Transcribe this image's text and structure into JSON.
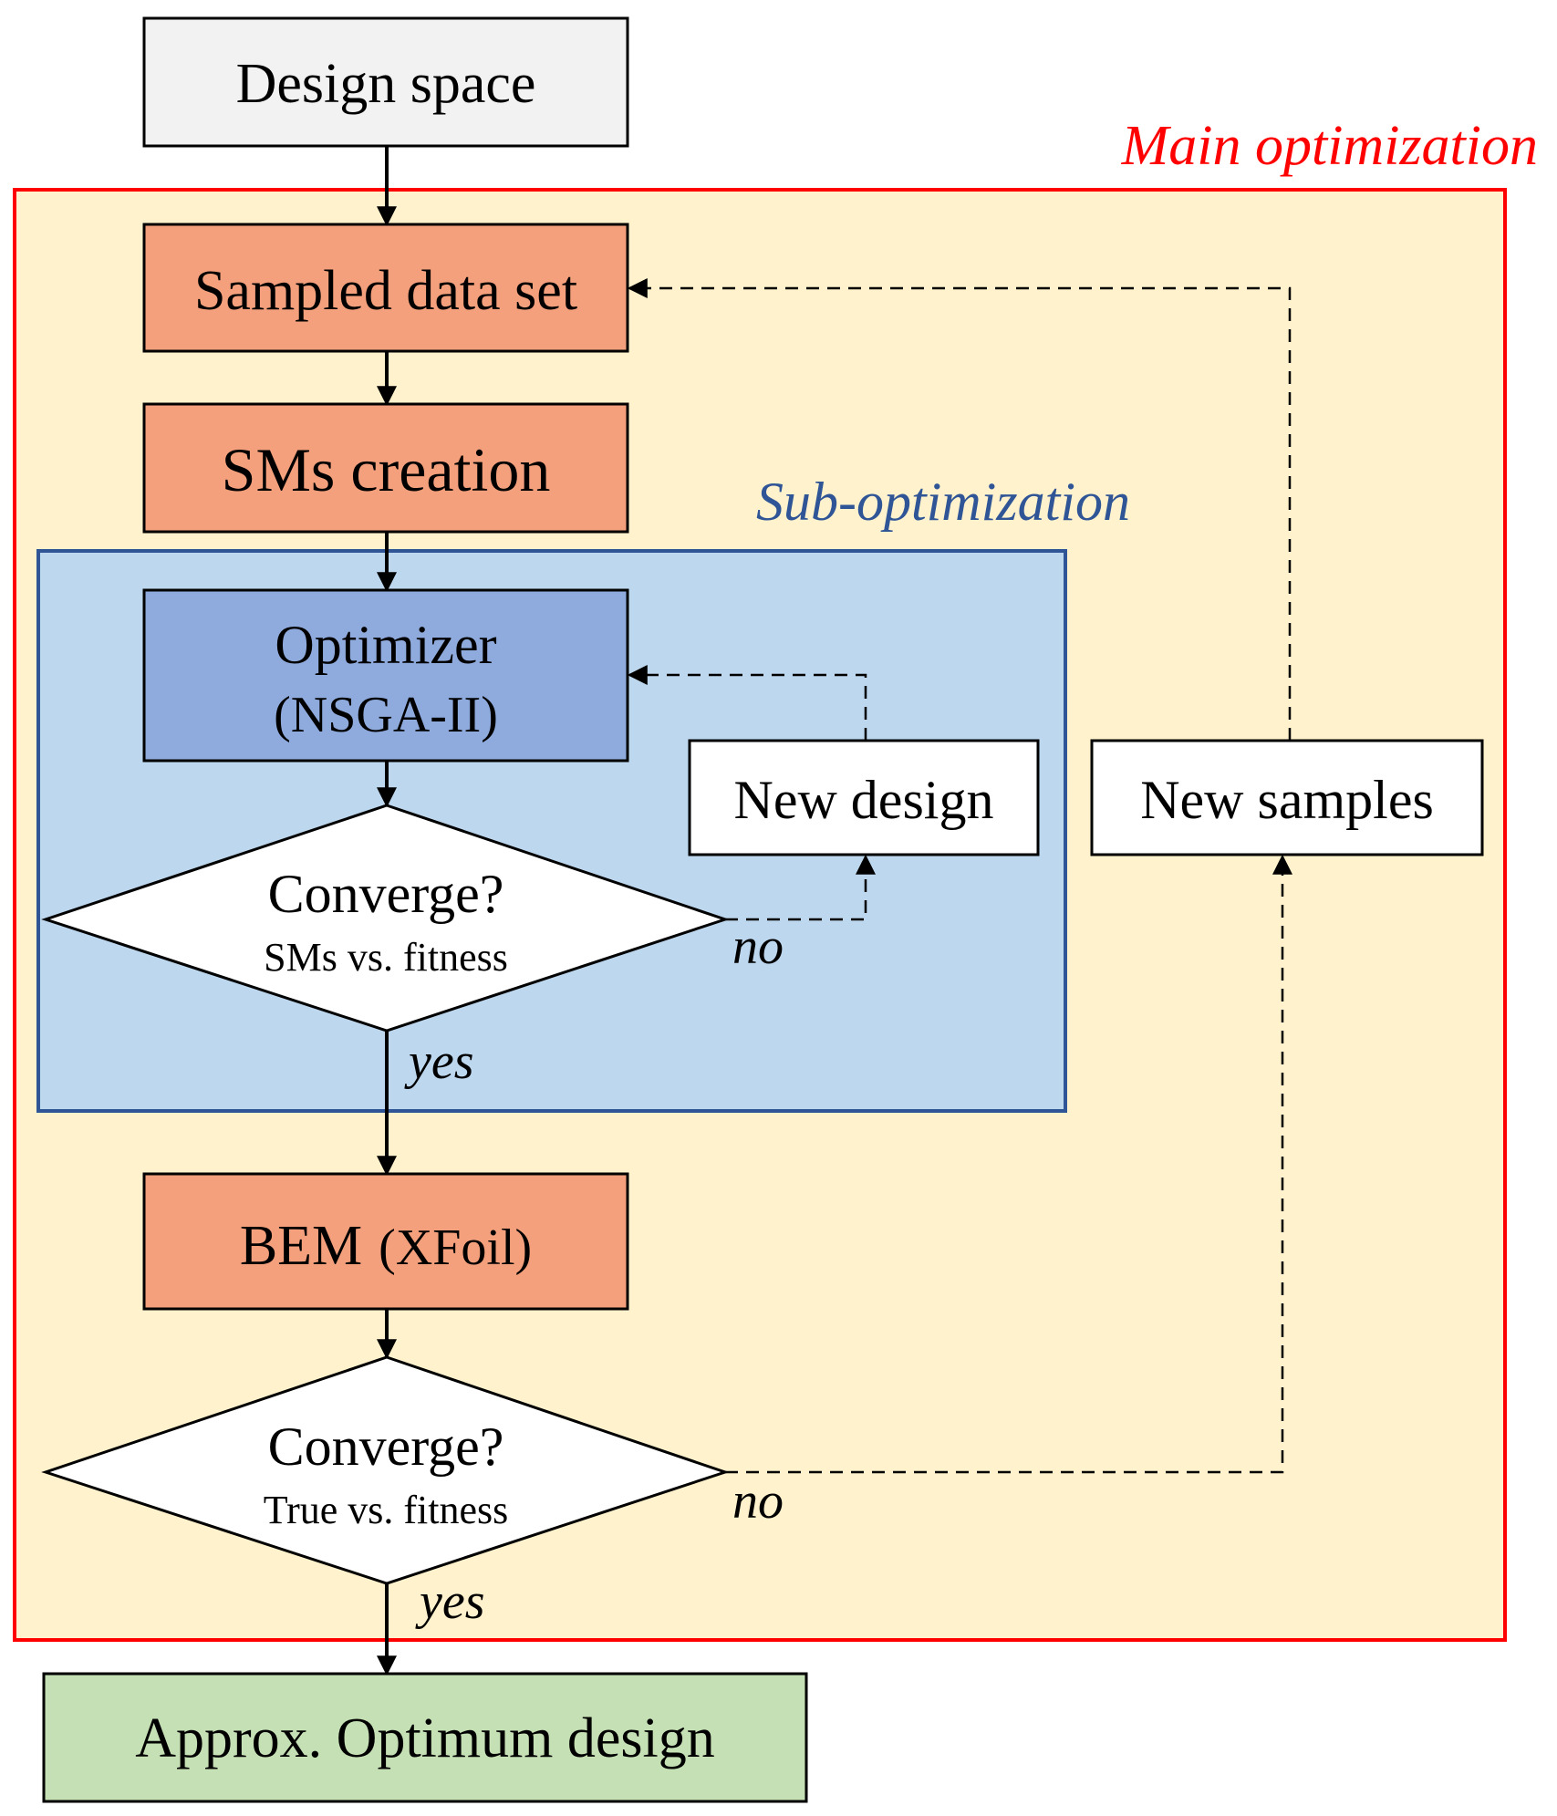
{
  "regions": {
    "main_label": "Main optimization",
    "sub_label": "Sub-optimization"
  },
  "nodes": {
    "design_space": "Design space",
    "sampled_data_set": "Sampled data set",
    "sms_creation": "SMs creation",
    "optimizer_title": "Optimizer",
    "optimizer_sub": "(NSGA-II)",
    "new_design": "New design",
    "new_samples": "New samples",
    "converge1_title": "Converge?",
    "converge1_sub": "SMs vs. fitness",
    "bem_prefix": "BEM",
    "bem_suffix": "(XFoil)",
    "converge2_title": "Converge?",
    "converge2_sub": "True vs. fitness",
    "optimum": "Approx. Optimum design"
  },
  "edges": {
    "no1": "no",
    "yes1": "yes",
    "no2": "no",
    "yes2": "yes"
  },
  "colors": {
    "main_fill": "#fff2cc",
    "main_border": "#ff0000",
    "sub_fill": "#bdd7ee",
    "sub_border": "#2f5597",
    "process_fill": "#f4a07c",
    "optimizer_fill": "#8faadc",
    "design_space_fill": "#f2f2f2",
    "optimum_fill": "#c5e0b4",
    "main_label": "#ff0000",
    "sub_label": "#2f5597"
  }
}
